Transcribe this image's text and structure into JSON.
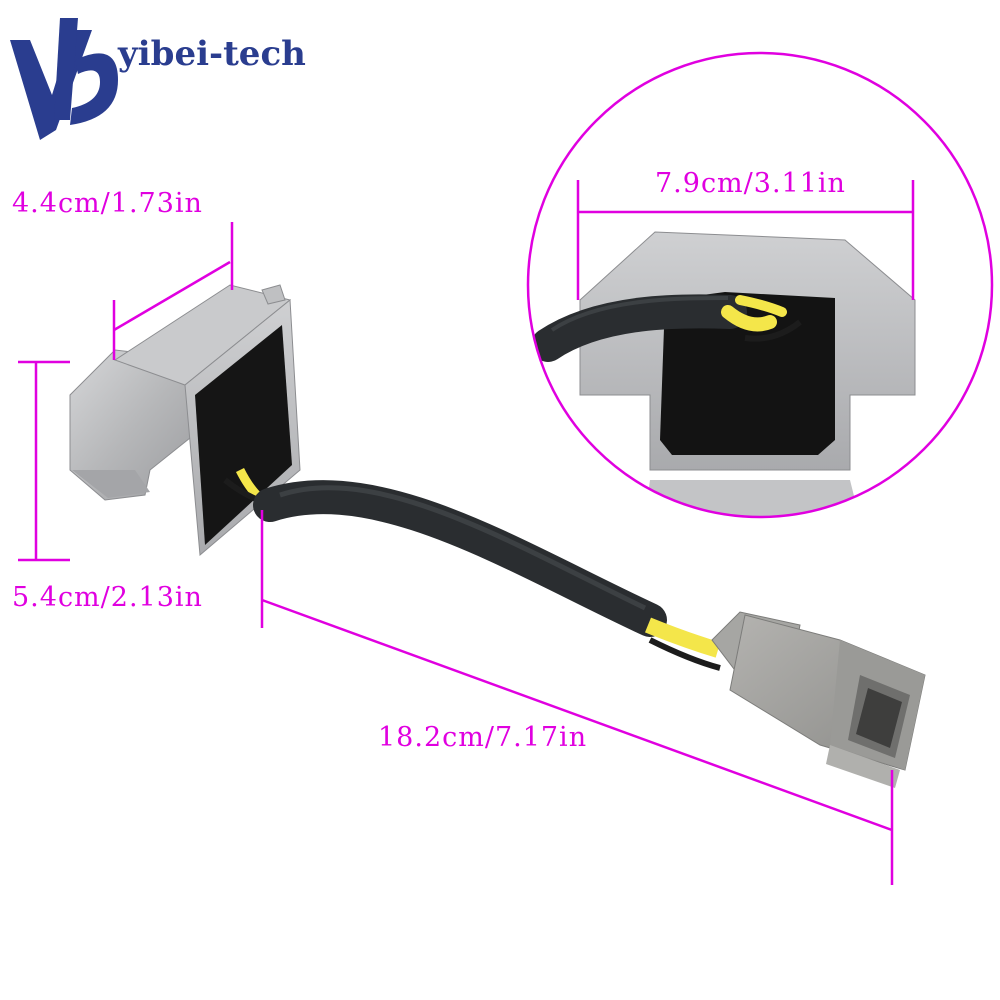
{
  "brand": {
    "name": "yibei-tech",
    "logo_icon": "yb-monogram-icon",
    "color": "#2a3d8f"
  },
  "dimensions": {
    "width_top": "4.4cm/1.73in",
    "height": "5.4cm/2.13in",
    "inset_width": "7.9cm/3.11in",
    "cable_length": "18.2cm/7.17in",
    "line_color": "#e000e0"
  },
  "product": {
    "body_color": "#b9babc",
    "cable_color": "#2a2d30",
    "wire_color": "#f4e64a",
    "connector_color": "#9c9c9a"
  }
}
